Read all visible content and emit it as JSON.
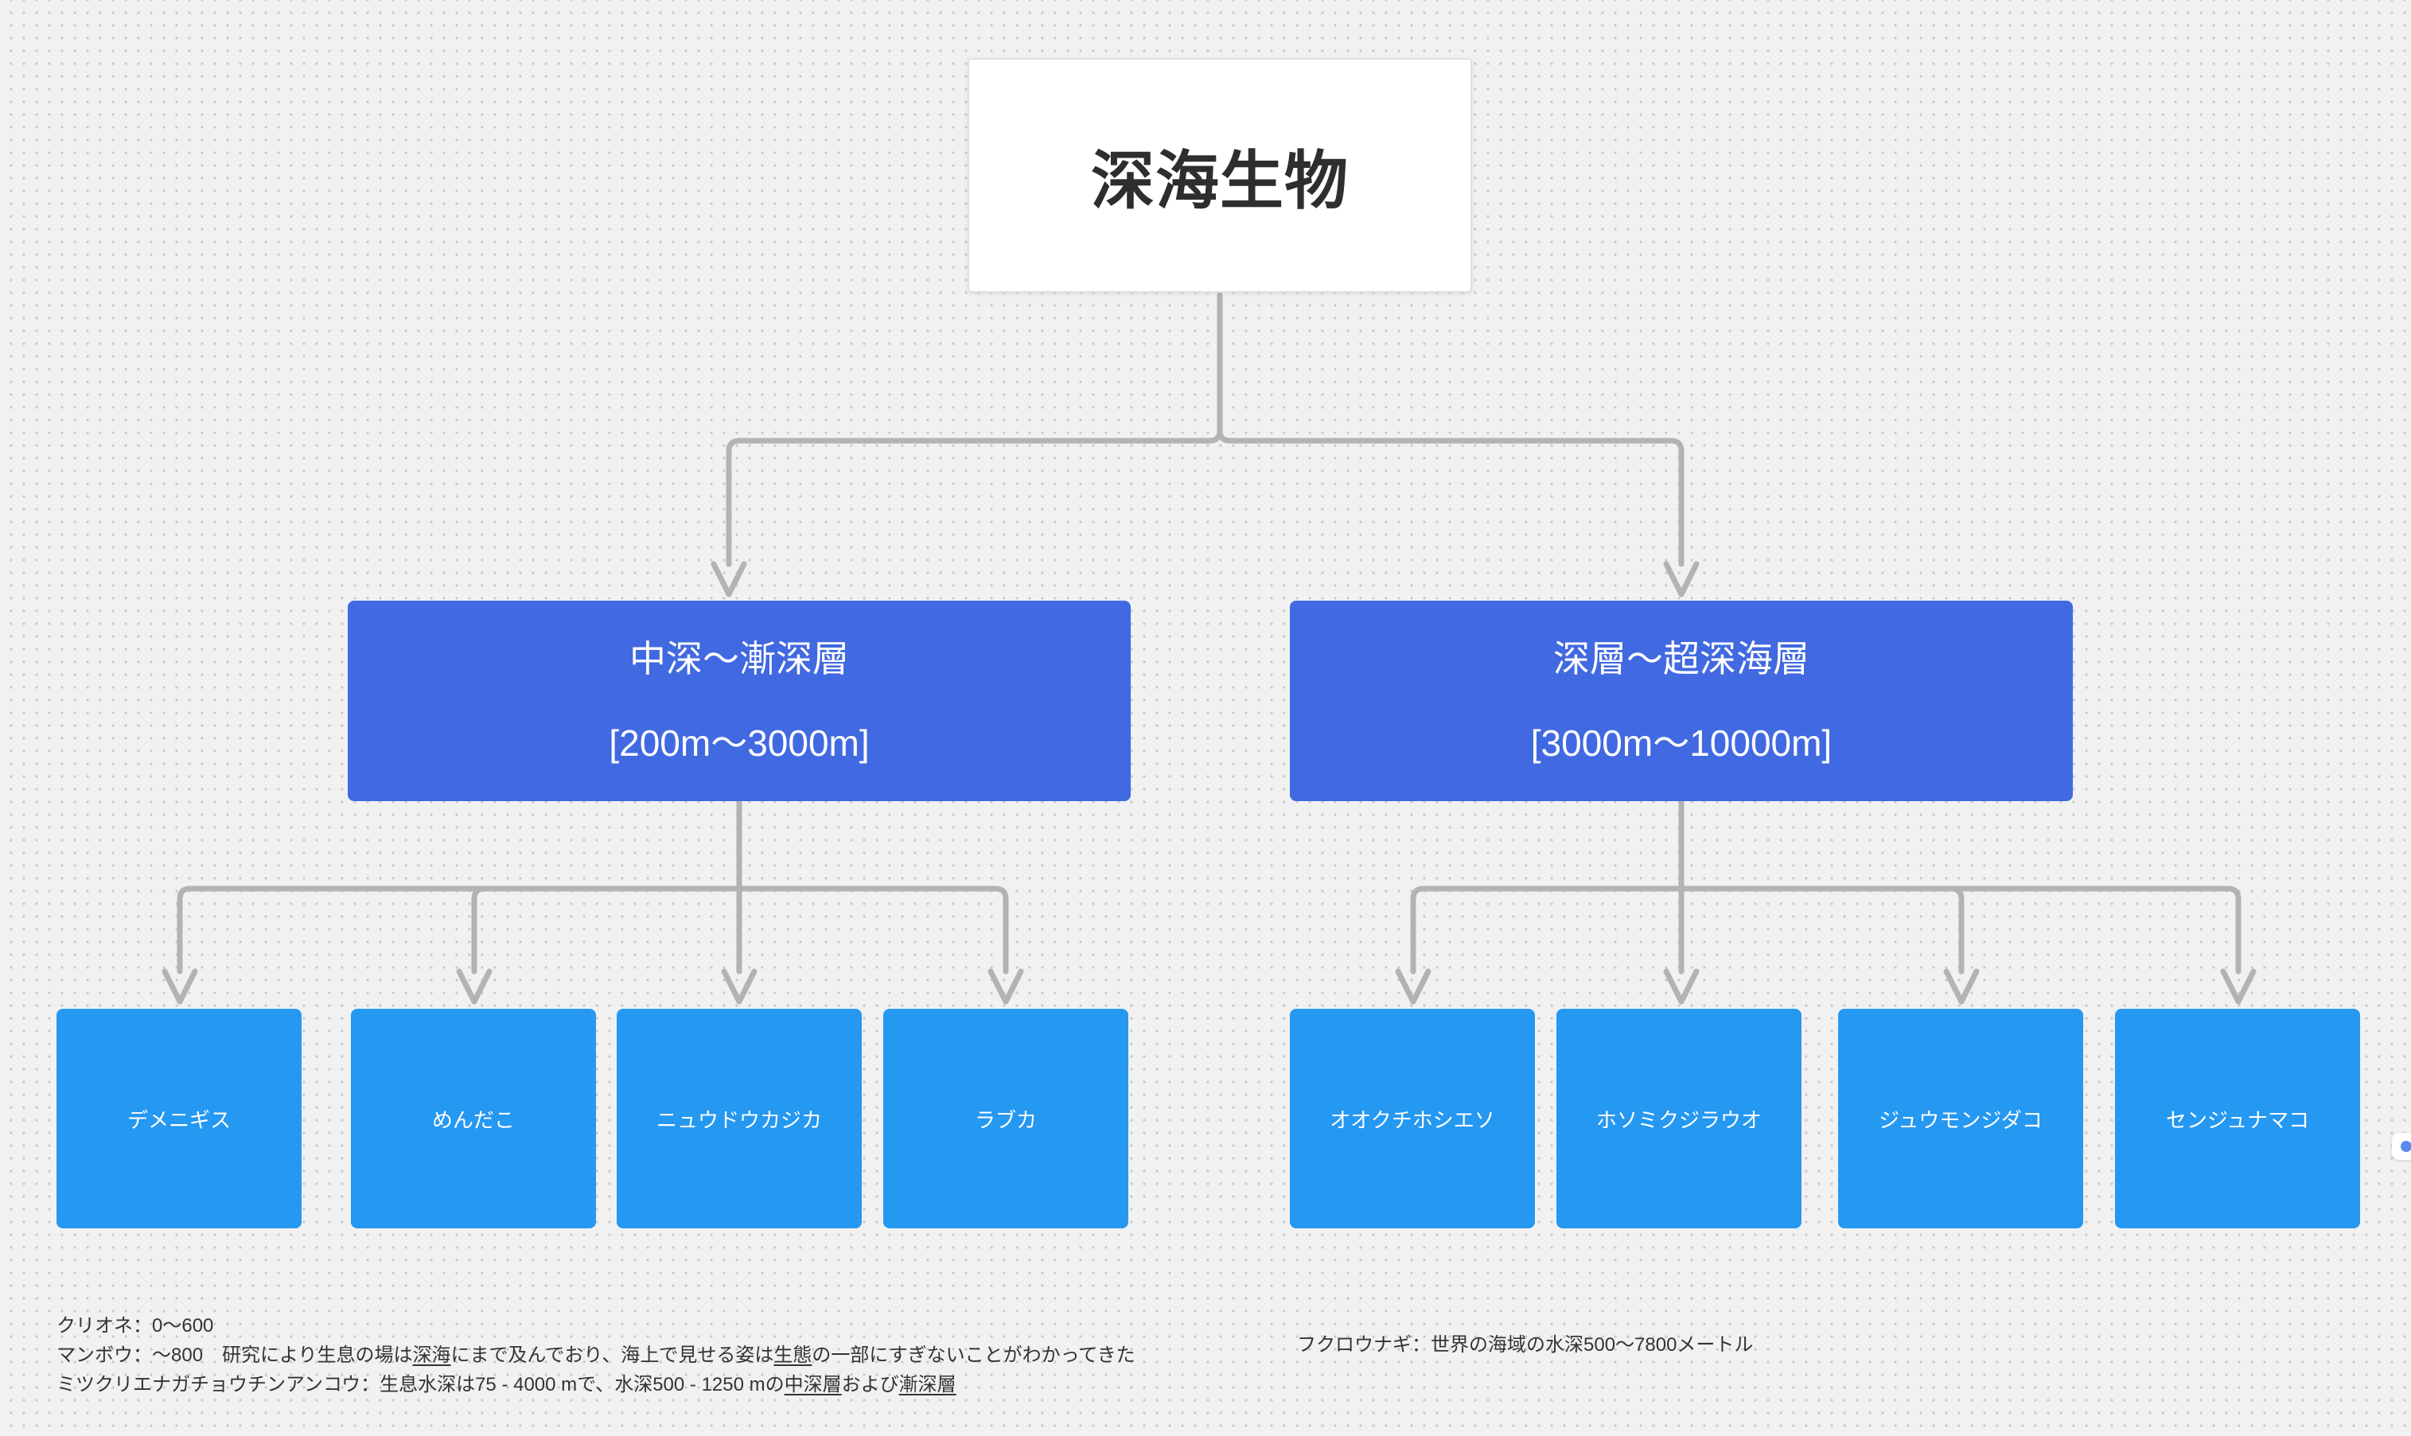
{
  "colors": {
    "background": "#f1f1f1",
    "grid_dot": "#c8c8c8",
    "parent_node": "#4169E1",
    "leaf_node": "#2598F2",
    "connector": "#b3b3b3",
    "title_text": "#2e2e2e",
    "note_text": "#333333",
    "node_text": "#ffffff",
    "presence_dot": "#5c8bee"
  },
  "tree": {
    "root": {
      "label": "深海生物"
    },
    "groups": [
      {
        "label_line1": "中深〜漸深層",
        "label_line2": "[200m〜3000m]",
        "children": [
          {
            "label": "デメニギス"
          },
          {
            "label": "めんだこ"
          },
          {
            "label": "ニュウドウカジカ"
          },
          {
            "label": "ラブカ"
          }
        ]
      },
      {
        "label_line1": "深層〜超深海層",
        "label_line2": "[3000m〜10000m]",
        "children": [
          {
            "label": "オオクチホシエソ"
          },
          {
            "label": "ホソミクジラウオ"
          },
          {
            "label": "ジュウモンジダコ"
          },
          {
            "label": "センジュナマコ"
          }
        ]
      }
    ]
  },
  "notes": {
    "left_lines": [
      {
        "segments": [
          {
            "text": "クリオネ：0〜600",
            "underline": false
          }
        ]
      },
      {
        "segments": [
          {
            "text": "マンボウ：〜800　研究により生息の場は",
            "underline": false
          },
          {
            "text": "深海",
            "underline": true
          },
          {
            "text": "にまで及んでおり、海上で見せる姿は",
            "underline": false
          },
          {
            "text": "生態",
            "underline": true
          },
          {
            "text": "の一部にすぎないことがわかってきた",
            "underline": false
          }
        ]
      },
      {
        "segments": [
          {
            "text": "ミツクリエナガチョウチンアンコウ：生息水深は75 - 4000 mで、水深500 - 1250 mの",
            "underline": false
          },
          {
            "text": "中深層",
            "underline": true
          },
          {
            "text": "および",
            "underline": false
          },
          {
            "text": "漸深層",
            "underline": true
          }
        ]
      }
    ],
    "right_line": "フクロウナギ：世界の海域の水深500〜7800メートル"
  }
}
